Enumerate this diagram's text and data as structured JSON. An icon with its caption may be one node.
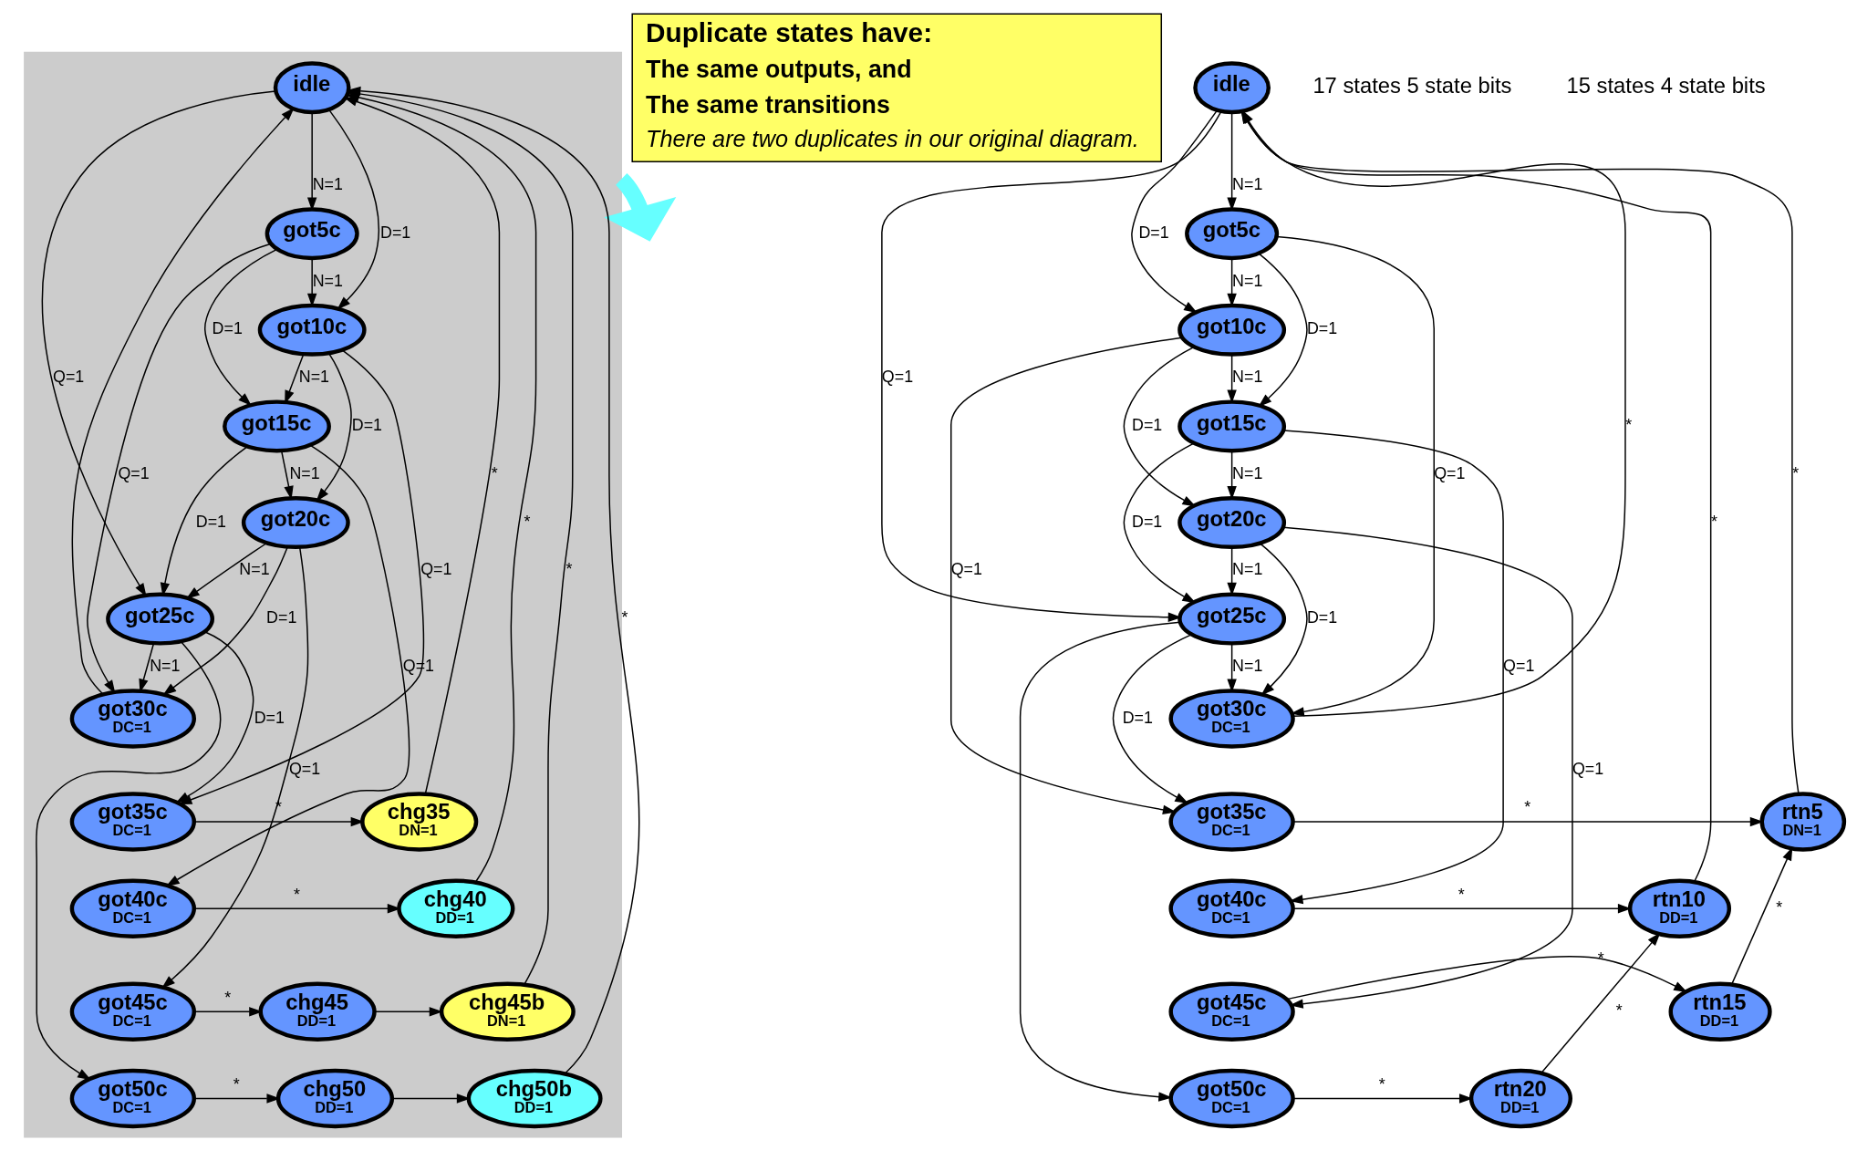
{
  "diagram": {
    "nodes": [
      {
        "text": [],
        "shape": "box"
      },
      {
        "text": [
          "idle"
        ],
        "in": 0
      },
      {
        "text": [
          "got5c"
        ],
        "in": 0
      },
      {
        "text": [
          "got10c"
        ],
        "in": 0
      },
      {
        "text": [
          "got15c"
        ],
        "in": 0
      },
      {
        "text": [
          "got20c"
        ],
        "in": 0
      },
      {
        "text": [
          "got25c"
        ],
        "in": 0
      },
      {
        "text": [
          "got30c",
          "DC=1"
        ],
        "in": 0
      },
      {
        "text": [
          "got35c",
          "DC=1"
        ],
        "in": 0
      },
      {
        "text": [
          "got40c",
          "DC=1"
        ],
        "in": 0
      },
      {
        "text": [
          "got45c",
          "DC=1"
        ],
        "in": 0
      },
      {
        "text": [
          "got50c",
          "DC=1"
        ],
        "in": 0
      },
      {
        "text": [
          "chg35",
          "DN=1"
        ],
        "in": 0
      },
      {
        "text": [
          "chg40",
          "DD=1"
        ],
        "in": 0
      },
      {
        "text": [
          "chg45",
          "DD=1"
        ],
        "in": 0
      },
      {
        "text": [
          "chg45b",
          "DN=1"
        ],
        "in": 0
      },
      {
        "text": [
          "chg50",
          "DD=1"
        ],
        "in": 0
      },
      {
        "text": [
          "chg50b",
          "DD=1"
        ],
        "in": 0
      },
      {
        "text": [
          "Duplicate states have:",
          "The same outputs, and",
          "The same transitions",
          "There are two duplicates in our original diagram."
        ]
      },
      {
        "text": [
          "idle"
        ]
      },
      {
        "text": [
          "got5c"
        ]
      },
      {
        "text": [
          "got10c"
        ]
      },
      {
        "text": [
          "got15c"
        ]
      },
      {
        "text": [
          "got20c"
        ]
      },
      {
        "text": [
          "got25c"
        ]
      },
      {
        "text": [
          "got30c",
          "DC=1"
        ]
      },
      {
        "text": [
          "got35c",
          "DC=1"
        ]
      },
      {
        "text": [
          "got40c",
          "DC=1"
        ]
      },
      {
        "text": [
          "got45c",
          "DC=1"
        ]
      },
      {
        "text": [
          "got50c",
          "DC=1"
        ]
      },
      {
        "text": [
          "rtn5",
          "DN=1"
        ]
      },
      {
        "text": [
          "rtn10",
          "DD=1"
        ]
      },
      {
        "text": [
          "rtn15",
          "DD=1"
        ]
      },
      {
        "text": [
          "rtn20",
          "DD=1"
        ]
      }
    ],
    "edges": [
      {
        "from": 1,
        "to": 2,
        "arrow": "to",
        "label": "N=1"
      },
      {
        "from": 2,
        "to": 3,
        "arrow": "to",
        "label": "N=1"
      },
      {
        "from": 3,
        "to": 4,
        "arrow": "to",
        "label": "N=1"
      },
      {
        "from": 4,
        "to": 5,
        "arrow": "to",
        "label": "N=1"
      },
      {
        "from": 5,
        "to": 6,
        "arrow": "to",
        "label": "N=1"
      },
      {
        "from": 6,
        "to": 7,
        "arrow": "to",
        "label": "N=1"
      },
      {
        "from": 1,
        "to": 3,
        "arrow": "to",
        "label": "D=1"
      },
      {
        "from": 2,
        "to": 4,
        "arrow": "to",
        "label": "D=1"
      },
      {
        "from": 3,
        "to": 5,
        "arrow": "to",
        "label": "D=1"
      },
      {
        "from": 4,
        "to": 6,
        "arrow": "to",
        "label": "D=1"
      },
      {
        "from": 5,
        "to": 7,
        "arrow": "to",
        "label": "D=1"
      },
      {
        "from": 6,
        "to": 8,
        "arrow": "to",
        "label": "D=1"
      },
      {
        "from": 1,
        "to": 6,
        "arrow": "to",
        "label": "Q=1"
      },
      {
        "from": 2,
        "to": 7,
        "arrow": "to",
        "label": "Q=1"
      },
      {
        "from": 3,
        "to": 8,
        "arrow": "to",
        "label": "Q=1"
      },
      {
        "from": 4,
        "to": 9,
        "arrow": "to",
        "label": "Q=1"
      },
      {
        "from": 5,
        "to": 10,
        "arrow": "to",
        "label": "Q=1"
      },
      {
        "from": 6,
        "to": 11,
        "arrow": "to"
      },
      {
        "from": 7,
        "to": 1,
        "arrow": "to"
      },
      {
        "from": 8,
        "to": 12,
        "arrow": "to",
        "label": "*"
      },
      {
        "from": 9,
        "to": 13,
        "arrow": "to",
        "label": "*"
      },
      {
        "from": 10,
        "to": 14,
        "arrow": "to",
        "label": "*"
      },
      {
        "from": 11,
        "to": 16,
        "arrow": "to",
        "label": "*"
      },
      {
        "from": 14,
        "to": 15,
        "arrow": "to"
      },
      {
        "from": 16,
        "to": 17,
        "arrow": "to"
      },
      {
        "from": 12,
        "to": 1,
        "arrow": "to",
        "label": "*"
      },
      {
        "from": 13,
        "to": 1,
        "arrow": "to",
        "label": "*"
      },
      {
        "from": 15,
        "to": 1,
        "arrow": "to",
        "label": "*"
      },
      {
        "from": 17,
        "to": 1,
        "arrow": "to",
        "label": "*"
      },
      {
        "from": 0,
        "to": null,
        "arrow": "to",
        "style": "thick",
        "color": "#66ffff"
      },
      {
        "from": 19,
        "to": 20,
        "arrow": "to",
        "label": "N=1"
      },
      {
        "from": 20,
        "to": 21,
        "arrow": "to",
        "label": "N=1"
      },
      {
        "from": 21,
        "to": 22,
        "arrow": "to",
        "label": "N=1"
      },
      {
        "from": 22,
        "to": 23,
        "arrow": "to",
        "label": "N=1"
      },
      {
        "from": 23,
        "to": 24,
        "arrow": "to",
        "label": "N=1"
      },
      {
        "from": 24,
        "to": 25,
        "arrow": "to",
        "label": "N=1"
      },
      {
        "from": 19,
        "to": 21,
        "arrow": "to",
        "label": "D=1"
      },
      {
        "from": 20,
        "to": 22,
        "arrow": "to",
        "label": "D=1"
      },
      {
        "from": 21,
        "to": 23,
        "arrow": "to",
        "label": "D=1"
      },
      {
        "from": 22,
        "to": 24,
        "arrow": "to",
        "label": "D=1"
      },
      {
        "from": 23,
        "to": 25,
        "arrow": "to",
        "label": "D=1"
      },
      {
        "from": 24,
        "to": 26,
        "arrow": "to",
        "label": "D=1"
      },
      {
        "from": 19,
        "to": 24,
        "arrow": "to",
        "label": "Q=1"
      },
      {
        "from": 20,
        "to": 25,
        "arrow": "to",
        "label": "Q=1"
      },
      {
        "from": 21,
        "to": 26,
        "arrow": "to",
        "label": "Q=1"
      },
      {
        "from": 22,
        "to": 27,
        "arrow": "to",
        "label": "Q=1"
      },
      {
        "from": 23,
        "to": 28,
        "arrow": "to",
        "label": "Q=1"
      },
      {
        "from": 24,
        "to": 29,
        "arrow": "to"
      },
      {
        "from": 25,
        "to": 19,
        "arrow": "to",
        "label": "*"
      },
      {
        "from": 26,
        "to": 30,
        "arrow": "to",
        "label": "*"
      },
      {
        "from": 27,
        "to": 31,
        "arrow": "to",
        "label": "*"
      },
      {
        "from": 28,
        "to": 32,
        "arrow": "to",
        "label": "*"
      },
      {
        "from": 29,
        "to": 33,
        "arrow": "to",
        "label": "*"
      },
      {
        "from": 30,
        "to": 19,
        "arrow": "to",
        "label": "*"
      },
      {
        "from": 31,
        "to": 19,
        "arrow": "to",
        "label": "*"
      },
      {
        "from": 32,
        "to": 30,
        "arrow": "to",
        "label": "*"
      },
      {
        "from": 33,
        "to": 31,
        "arrow": "to",
        "label": "*"
      }
    ],
    "labels": [
      "17 states 5 state bits",
      "15 states 4 state bits"
    ]
  }
}
